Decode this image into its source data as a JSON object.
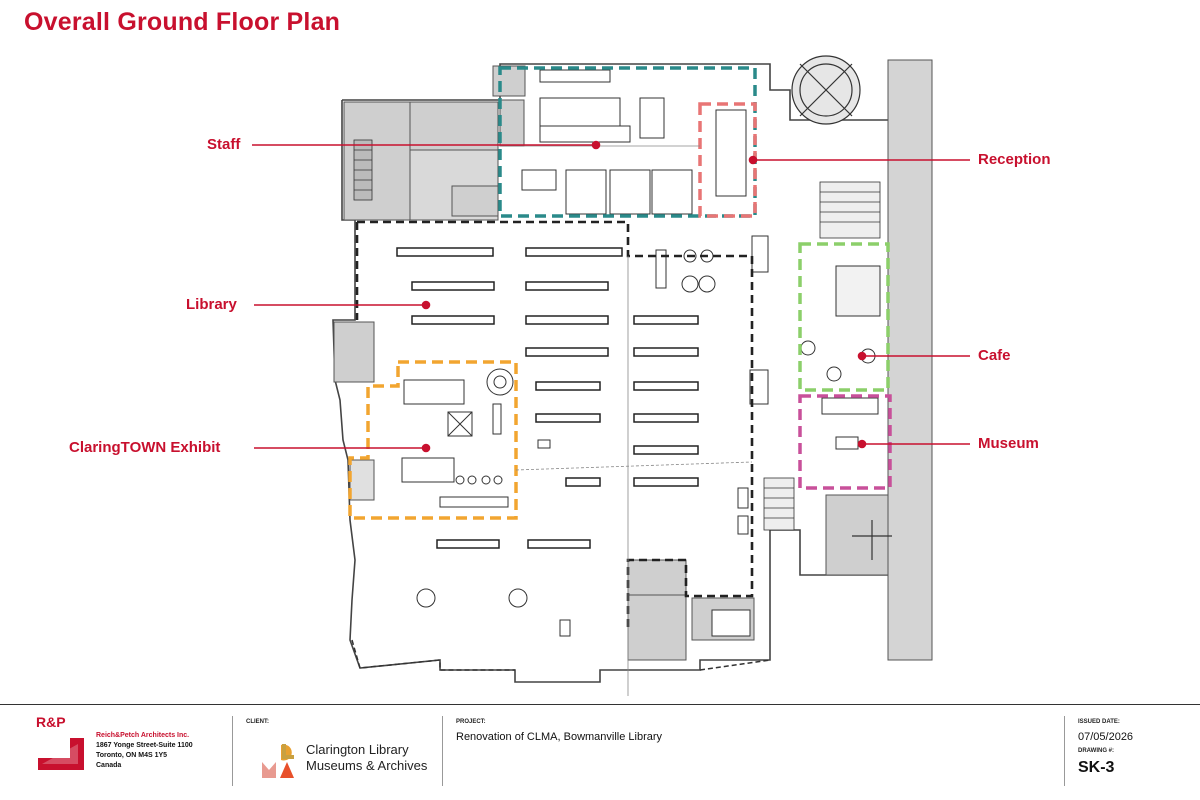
{
  "title": "Overall Ground Floor Plan",
  "callouts": {
    "staff": "Staff",
    "reception": "Reception",
    "library": "Library",
    "cafe": "Cafe",
    "claringtown": "ClaringTOWN Exhibit",
    "museum": "Museum"
  },
  "zone_colors": {
    "staff": "#2a8a8a",
    "reception": "#e87575",
    "library": "#222222",
    "cafe": "#8ccf6a",
    "claringtown": "#f2a530",
    "museum": "#c8509a",
    "callout": "#c8102e"
  },
  "footer": {
    "logo_letters": "R&P",
    "firm_name": "Reich&Petch Architects Inc.",
    "firm_address_1": "1867 Yonge Street-Suite 1100",
    "firm_address_2": "Toronto, ON  M4S 1Y5",
    "firm_address_3": "Canada",
    "client_label": "CLIENT:",
    "client_logo_letters": "CLMA",
    "client_name_1": "Clarington Library",
    "client_name_2": "Museums & Archives",
    "project_label": "PROJECT:",
    "project_name": "Renovation of CLMA, Bowmanville Library",
    "issued_label": "ISSUED DATE:",
    "issued_date": "07/05/2026",
    "drawing_label": "DRAWING #:",
    "drawing_number": "SK-3"
  }
}
